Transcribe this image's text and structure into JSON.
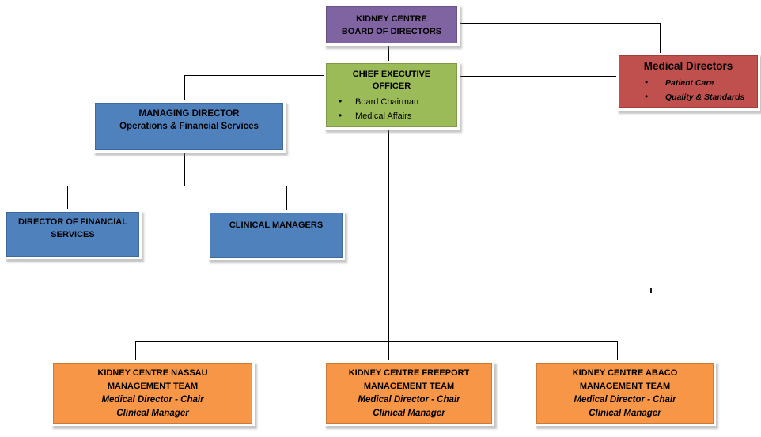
{
  "colors": {
    "purple": "#8064A2",
    "green": "#9BBB59",
    "red": "#C0504D",
    "blue": "#4F81BD",
    "orange": "#F79646",
    "line": "#000000"
  },
  "icons": {
    "bullet": "•"
  },
  "board": {
    "line1": "KIDNEY CENTRE",
    "line2": "BOARD OF DIRECTORS"
  },
  "ceo": {
    "line1": "CHIEF EXECUTIVE",
    "line2": "OFFICER",
    "bullets": [
      "Board Chairman",
      "Medical Affairs"
    ]
  },
  "medical": {
    "title": "Medical Directors",
    "bullets": [
      "Patient Care",
      "Quality & Standards"
    ]
  },
  "managing": {
    "line1": "MANAGING DIRECTOR",
    "line2": "Operations & Financial Services"
  },
  "dirfin": {
    "line1": "DIRECTOR OF FINANCIAL",
    "line2": "SERVICES"
  },
  "clinical": {
    "title": "CLINICAL MANAGERS"
  },
  "teams": [
    {
      "line1": "KIDNEY CENTRE NASSAU",
      "line2": "MANAGEMENT TEAM",
      "role1": "Medical Director - Chair",
      "role2": "Clinical Manager"
    },
    {
      "line1": "KIDNEY CENTRE FREEPORT",
      "line2": "MANAGEMENT TEAM",
      "role1": "Medical Director - Chair",
      "role2": "Clinical Manager"
    },
    {
      "line1": "KIDNEY CENTRE ABACO",
      "line2": "MANAGEMENT TEAM",
      "role1": "Medical Director - Chair",
      "role2": "Clinical Manager"
    }
  ]
}
